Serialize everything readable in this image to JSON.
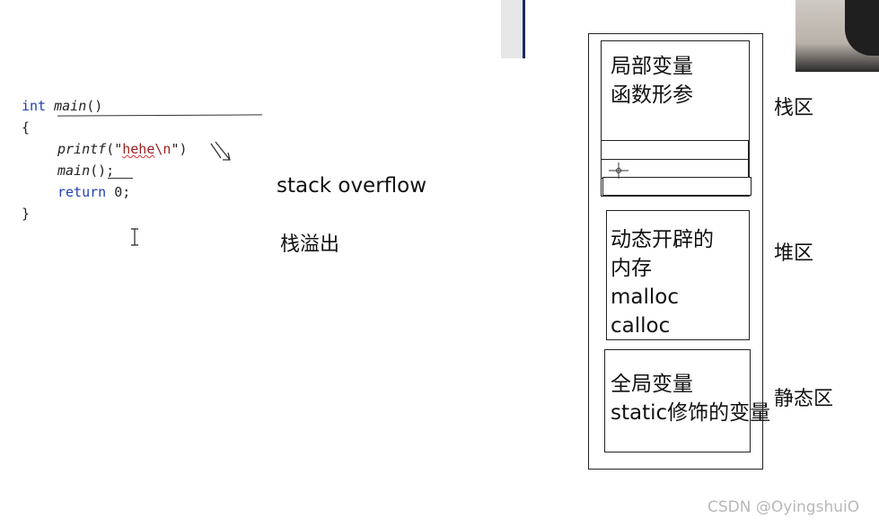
{
  "code": {
    "line1_kw": "int",
    "line1_fn": "main",
    "line1_rest": "()",
    "open_brace": "{",
    "printf_fn": "printf",
    "printf_args_open": "(\"",
    "printf_str": "hehe",
    "printf_escape": "\\n",
    "printf_close": "\")",
    "main_call": "main",
    "main_call_rest": "();",
    "return_kw": "return",
    "return_val": " 0;",
    "close_brace": "}"
  },
  "captions": {
    "stack_overflow": "stack overflow",
    "stack_overflow_cn": "栈溢出"
  },
  "memory": {
    "stack_box": "局部变量\n函数形参",
    "heap_box": "动态开辟的\n内存\nmalloc\ncalloc",
    "static_box": "全局变量\nstatic修饰的变量",
    "stack_label": "栈区",
    "heap_label": "堆区",
    "static_label": "静态区"
  },
  "watermark": "CSDN @OyingshuiO"
}
